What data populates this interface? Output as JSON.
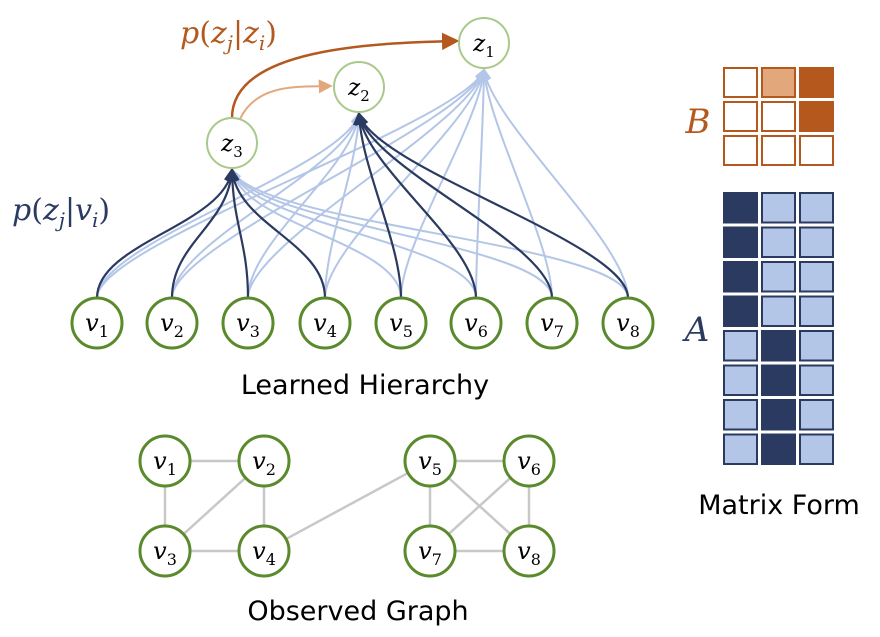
{
  "colors": {
    "brown": "#b4581e",
    "light_brown": "#e3a77c",
    "navy": "#2b3a61",
    "light_blue": "#b4c6e7",
    "green": "#5a8a2c",
    "light_green": "#a9c98a",
    "grey_edge": "#c8c8c8",
    "white": "#ffffff"
  },
  "labels": {
    "p_z_given_z": {
      "p": "p",
      "open": "(",
      "zj": "z",
      "j": "j",
      "bar": "|",
      "zi": "z",
      "i": "i",
      "close": ")"
    },
    "p_z_given_v": {
      "p": "p",
      "open": "(",
      "zj": "z",
      "j": "j",
      "bar": "|",
      "vi": "v",
      "i": "i",
      "close": ")"
    },
    "matrix_b": "B",
    "matrix_a": "A",
    "learned_hierarchy": "Learned Hierarchy",
    "observed_graph": "Observed Graph",
    "matrix_form": "Matrix Form"
  },
  "hierarchy": {
    "z_nodes": [
      {
        "id": "z1",
        "base": "z",
        "sub": "1"
      },
      {
        "id": "z2",
        "base": "z",
        "sub": "2"
      },
      {
        "id": "z3",
        "base": "z",
        "sub": "3"
      }
    ],
    "v_nodes": [
      {
        "id": "v1",
        "base": "v",
        "sub": "1",
        "parent": "z3"
      },
      {
        "id": "v2",
        "base": "v",
        "sub": "2",
        "parent": "z3"
      },
      {
        "id": "v3",
        "base": "v",
        "sub": "3",
        "parent": "z3"
      },
      {
        "id": "v4",
        "base": "v",
        "sub": "4",
        "parent": "z3"
      },
      {
        "id": "v5",
        "base": "v",
        "sub": "5",
        "parent": "z2"
      },
      {
        "id": "v6",
        "base": "v",
        "sub": "6",
        "parent": "z2"
      },
      {
        "id": "v7",
        "base": "v",
        "sub": "7",
        "parent": "z2"
      },
      {
        "id": "v8",
        "base": "v",
        "sub": "8",
        "parent": "z2"
      }
    ],
    "z_edges": [
      {
        "from": "z3",
        "to": "z1",
        "strength": "strong"
      },
      {
        "from": "z3",
        "to": "z2",
        "strength": "weak"
      }
    ]
  },
  "observed_graph": {
    "nodes": [
      {
        "id": "v1",
        "base": "v",
        "sub": "1"
      },
      {
        "id": "v2",
        "base": "v",
        "sub": "2"
      },
      {
        "id": "v3",
        "base": "v",
        "sub": "3"
      },
      {
        "id": "v4",
        "base": "v",
        "sub": "4"
      },
      {
        "id": "v5",
        "base": "v",
        "sub": "5"
      },
      {
        "id": "v6",
        "base": "v",
        "sub": "6"
      },
      {
        "id": "v7",
        "base": "v",
        "sub": "7"
      },
      {
        "id": "v8",
        "base": "v",
        "sub": "8"
      }
    ],
    "edges": [
      [
        "v1",
        "v2"
      ],
      [
        "v1",
        "v3"
      ],
      [
        "v2",
        "v3"
      ],
      [
        "v2",
        "v4"
      ],
      [
        "v3",
        "v4"
      ],
      [
        "v4",
        "v5"
      ],
      [
        "v5",
        "v6"
      ],
      [
        "v5",
        "v7"
      ],
      [
        "v5",
        "v8"
      ],
      [
        "v6",
        "v7"
      ],
      [
        "v6",
        "v8"
      ],
      [
        "v7",
        "v8"
      ]
    ]
  },
  "matrix_b": [
    [
      "empty",
      "light",
      "dark"
    ],
    [
      "empty",
      "empty",
      "dark"
    ],
    [
      "empty",
      "empty",
      "empty"
    ]
  ],
  "matrix_a": [
    [
      "dark",
      "light",
      "light"
    ],
    [
      "dark",
      "light",
      "light"
    ],
    [
      "dark",
      "light",
      "light"
    ],
    [
      "dark",
      "light",
      "light"
    ],
    [
      "light",
      "dark",
      "light"
    ],
    [
      "light",
      "dark",
      "light"
    ],
    [
      "light",
      "dark",
      "light"
    ],
    [
      "light",
      "dark",
      "light"
    ]
  ]
}
